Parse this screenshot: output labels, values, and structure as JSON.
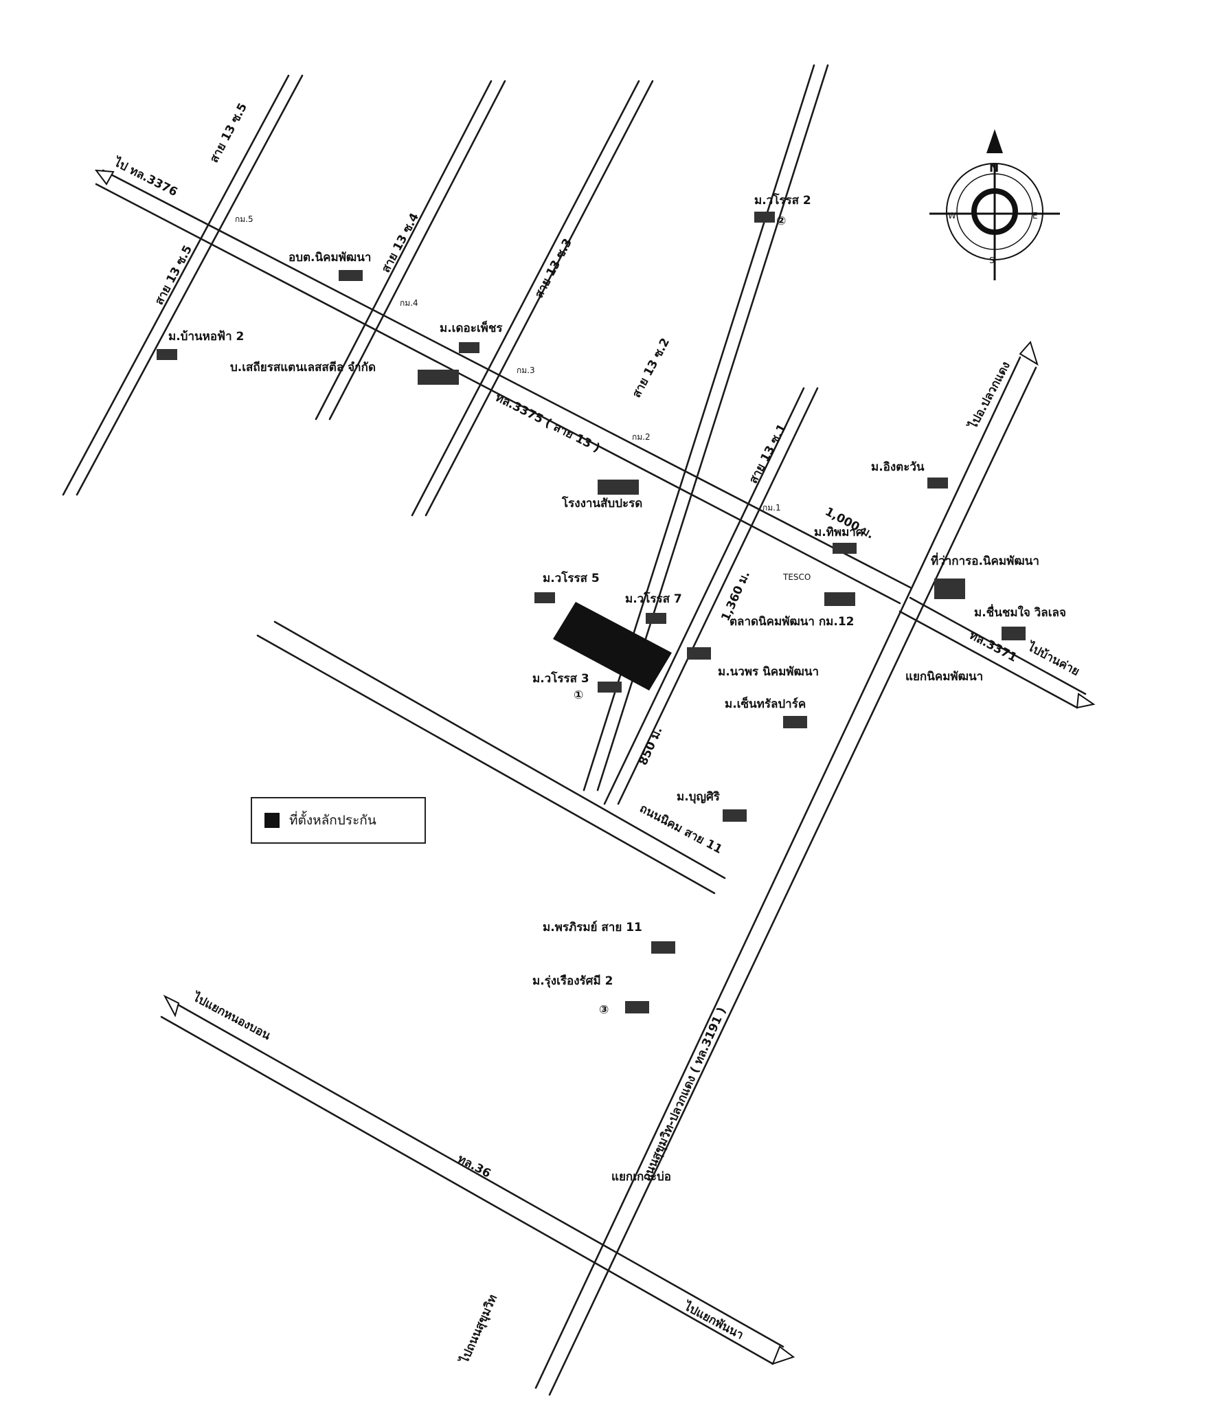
{
  "legend": {
    "label": "ที่ตั้งหลักประกัน",
    "color": "#111111"
  },
  "compass": {
    "n": "N",
    "s": "S",
    "e": "E",
    "w": "W"
  },
  "roads": {
    "top_road": "ไป ทล.3376",
    "main_road": "ทล.3375 ( สาย 13 )",
    "soi5": "สาย 13 ซ.5",
    "soi5b": "สาย 13 ซ.5",
    "soi4": "สาย 13 ซ.4",
    "soi3": "สาย 13 ซ.3",
    "soi2": "สาย 13 ซ.2",
    "soi1": "สาย 13 ซ.1",
    "road11": "ถนนนิคม สาย 11",
    "plaeng": "ไปอ.ปลวกแดง",
    "tl3371": "ทล.3371",
    "banchai": "ไปบ้านค่าย",
    "sukhumvit_pluak": "ถนนสุขุมวิท-ปลวกแดง ( ทล.3191 )",
    "tl36": "ทล.36",
    "to_nongbon": "ไปแยกหนองบอน",
    "to_sukhumvit": "ไปถนนสุขุมวิท",
    "to_phanna": "ไปแยกพันนา"
  },
  "distances": {
    "d1000": "1,000 ม.",
    "d360": "1,360 ม.",
    "d850": "850 ม."
  },
  "places": {
    "worarot2": "ม.วโรรส 2",
    "obt": "อบต.นิคมพัฒนา",
    "ban_hongfa": "ม.บ้านหอฟ้า 2",
    "steel": "บ.เสถียรสแตนเลสสตีล จำกัด",
    "dechaphet": "ม.เดอะเพ็ชร",
    "sapparot": "โรงงานสับปะรด",
    "asawin": "ม.อิงตะวัน",
    "thipmas": "ม.ทิพมาศ",
    "amphoe": "ที่ว่าการอ.นิคมพัฒนา",
    "chuenchom": "ม.ชื่นชมใจ วิลเลจ",
    "worarot5": "ม.วโรรส 5",
    "worarot7": "ม.วโรรส 7",
    "market": "ตลาดนิคมพัฒนา กม.12",
    "tesco": "TESCO",
    "naphon": "ม.นวพร นิคมพัฒนา",
    "worarot3": "ม.วโรรส 3",
    "central": "ม.เซ็นทรัลปาร์ค",
    "bunsiri": "ม.บุญศิริ",
    "phonphirom": "ม.พรภิรมย์ สาย 11",
    "rungruang": "ม.รุ่งเรืองรัศมี 2",
    "nikom_junction": "แยกนิคมพัฒนา",
    "kaoprasat_junction": "แยกเกาะบ่อ"
  },
  "km_markers": {
    "k5": "กม.5",
    "k4": "กม.4",
    "k3": "กม.3",
    "k2": "กม.2",
    "k1": "กม.1"
  },
  "circled": {
    "c1": "①",
    "c2": "②",
    "c3": "③"
  }
}
